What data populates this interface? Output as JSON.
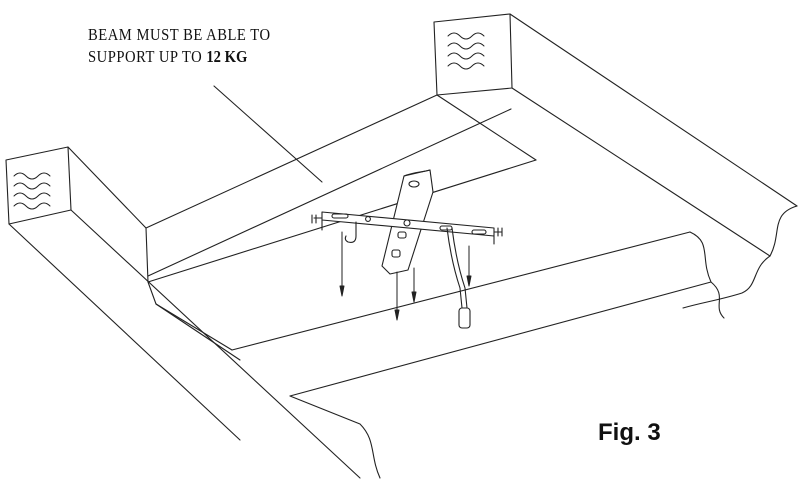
{
  "note": {
    "line1": "BEAM MUST BE ABLE TO",
    "line2_prefix": "SUPPORT UP TO",
    "line2_weight": "12 KG"
  },
  "figure": {
    "label": "Fig. 3"
  },
  "colors": {
    "ink": "#111111",
    "background": "#ffffff"
  }
}
